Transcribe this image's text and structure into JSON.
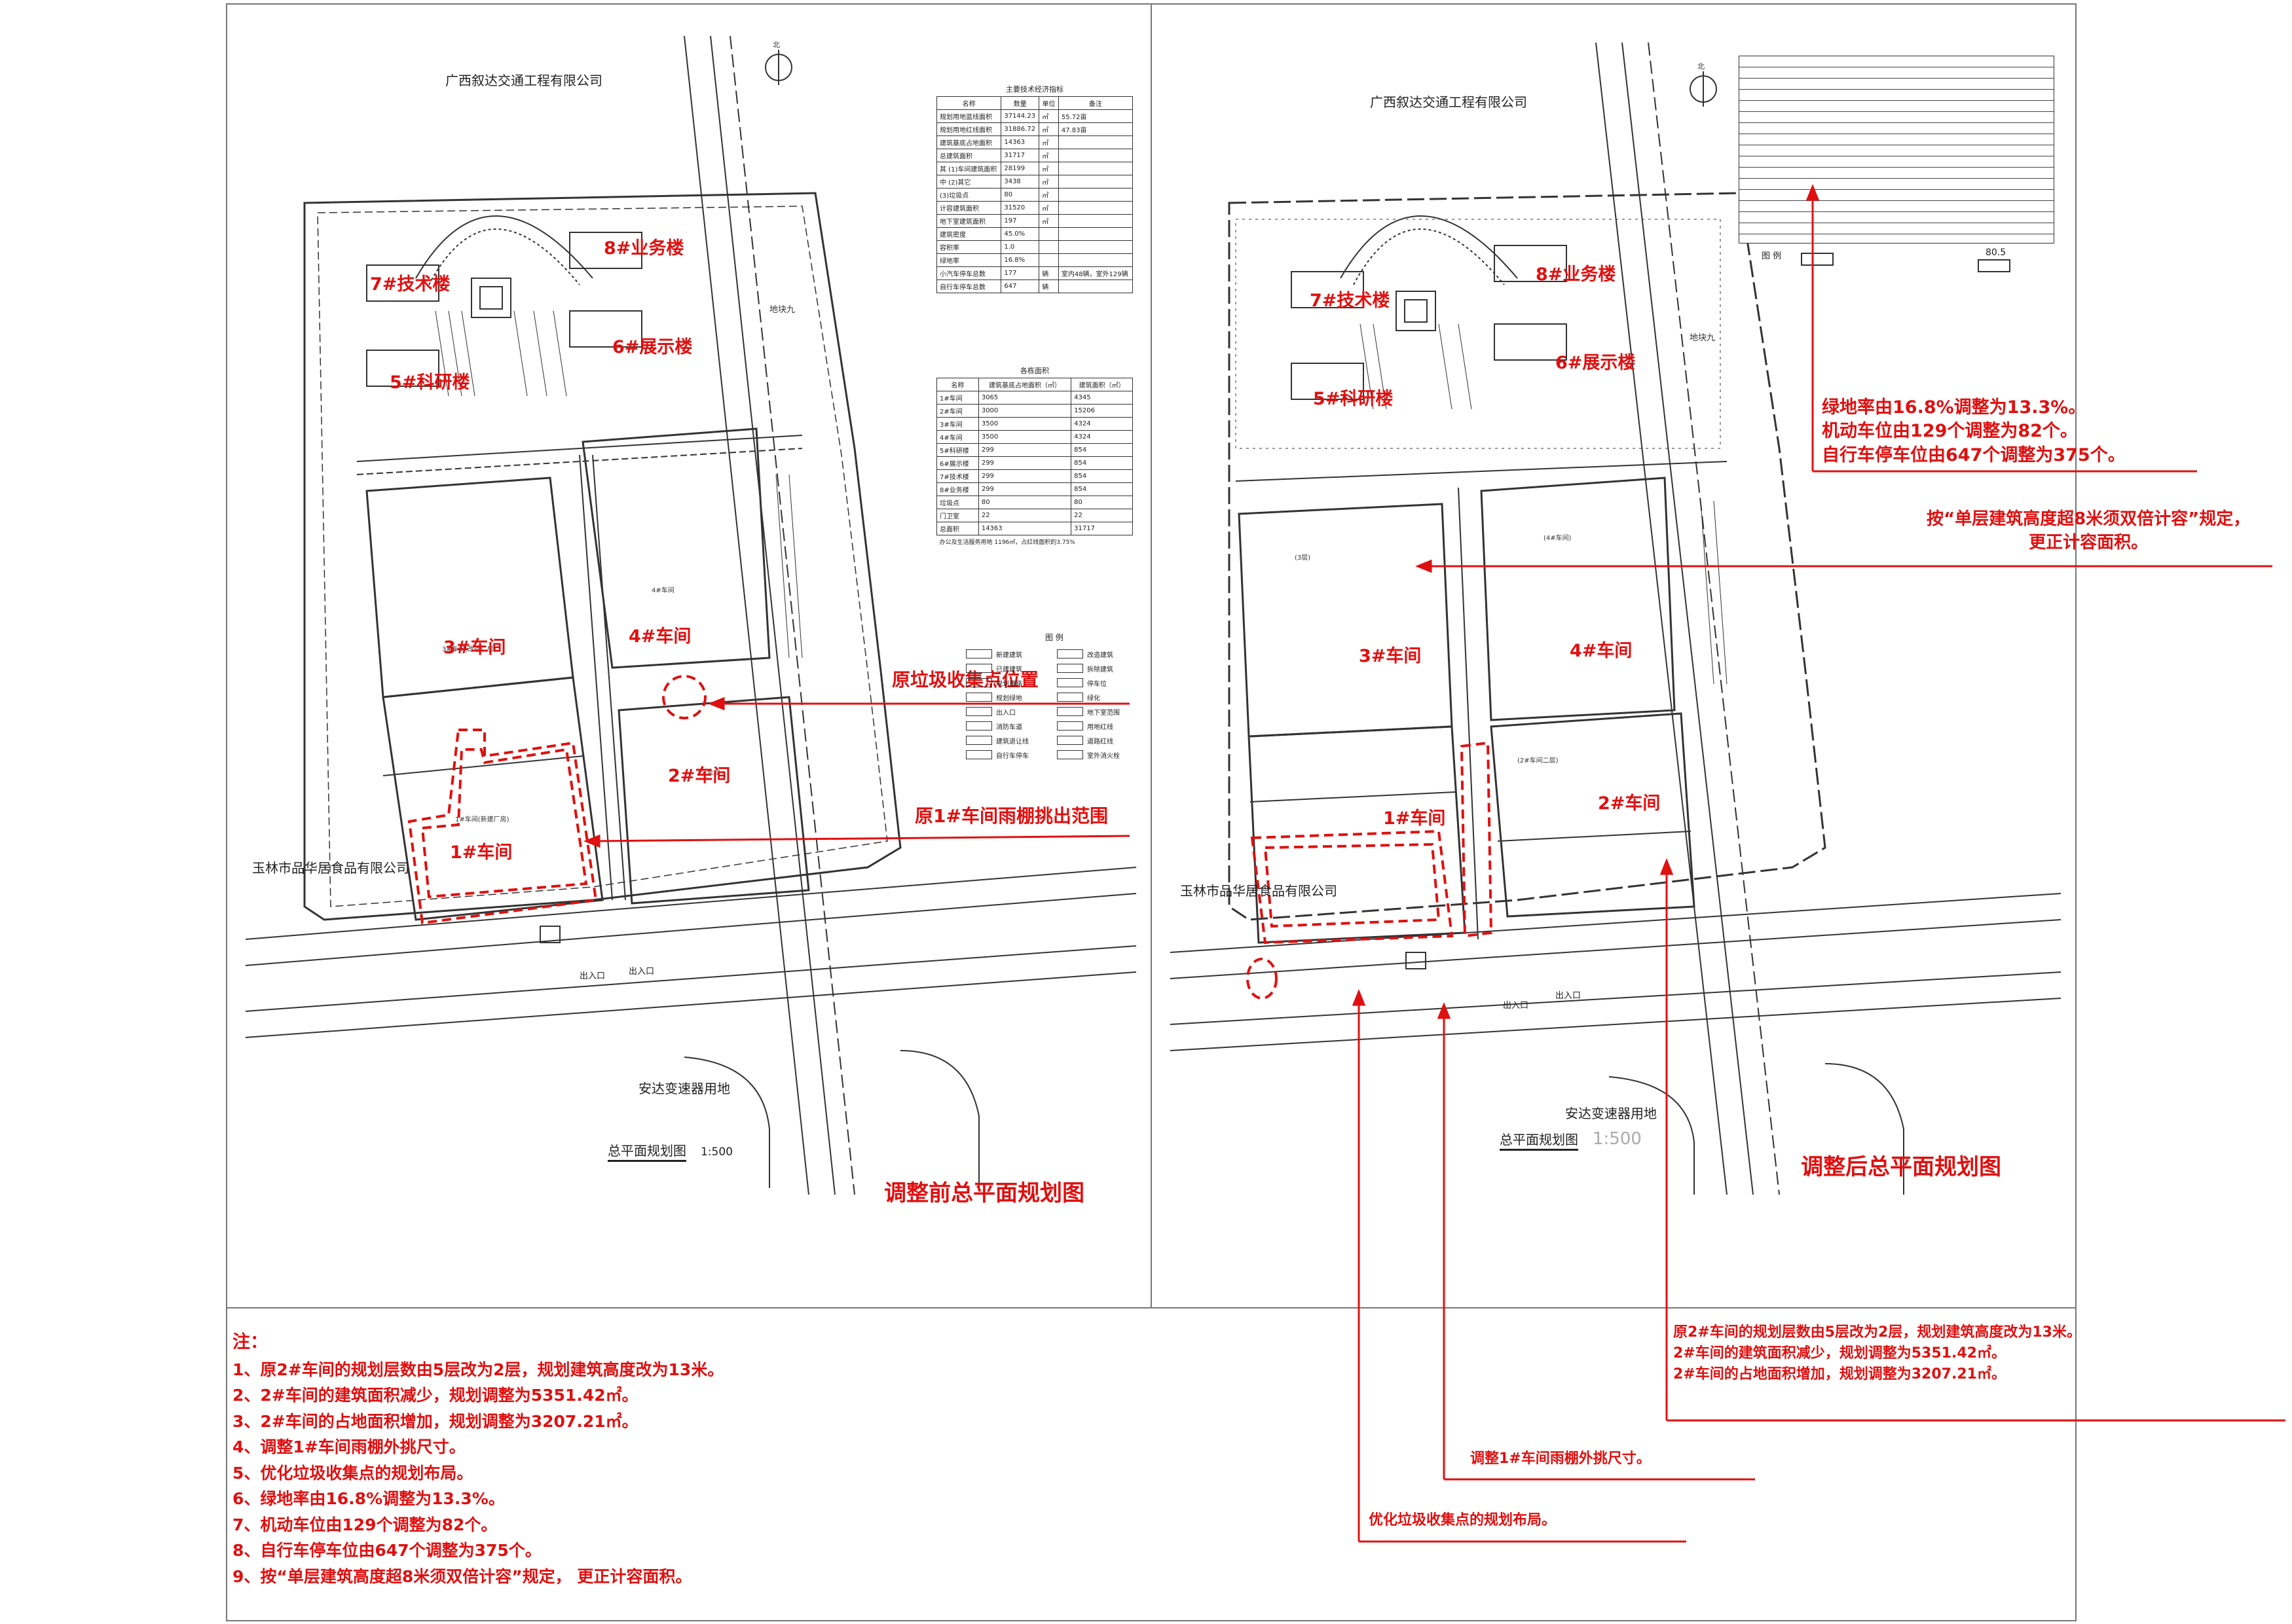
{
  "left_plan": {
    "north": "北",
    "company_top": "广西叙达交通工程有限公司",
    "company_left": "玉林市品华居食品有限公司",
    "road_south": "安达变速器用地",
    "road_east": "地块九",
    "buildings": {
      "b7": "7#技术楼",
      "b8": "8#业务楼",
      "b6": "6#展示楼",
      "b5": "5#科研楼",
      "b3": "3#车间",
      "b4": "4#车间",
      "b2": "2#车间",
      "b1": "1#车间"
    },
    "entry1": "出入口",
    "entry2": "出入口",
    "plan_title": "总平面规划图",
    "scale": "1:500",
    "caption": "调整前总平面规划图",
    "anno_garbage": "原垃圾收集点位置",
    "anno_canopy": "原1#车间雨棚挑出范围"
  },
  "right_plan": {
    "north": "北",
    "company_top": "广西叙达交通工程有限公司",
    "company_left": "玉林市品华居食品有限公司",
    "road_south": "安达变速器用地",
    "road_east": "地块九",
    "buildings": {
      "b7": "7#技术楼",
      "b8": "8#业务楼",
      "b6": "6#展示楼",
      "b5": "5#科研楼",
      "b3": "3#车间",
      "b4": "4#车间",
      "b2": "2#车间",
      "b1": "1#车间"
    },
    "entry1": "出入口",
    "entry2": "出入口",
    "plan_title": "总平面规划图",
    "scale": "1:500",
    "caption": "调整后总平面规划图",
    "anno_green": [
      "绿地率由16.8%调整为13.3%。",
      "机动车位由129个调整为82个。",
      "自行车停车位由647个调整为375个。"
    ],
    "anno_far": [
      "按“单层建筑高度超8米须双倍计容”规定，",
      "更正计容面积。"
    ],
    "anno_2": [
      "原2#车间的规划层数由5层改为2层，规划建筑高度改为13米。",
      "2#车间的建筑面积减少，规划调整为5351.42㎡。",
      "2#车间的占地面积增加，规划调整为3207.21㎡。"
    ],
    "anno_canopy": "调整1#车间雨棚外挑尺寸。",
    "anno_garbage": "优化垃圾收集点的规划布局。",
    "legend_title": "图 例",
    "legend_value": "80.5"
  },
  "tech_table": {
    "caption": "主要技术经济指标",
    "headers": [
      "名称",
      "数量",
      "单位",
      "备注"
    ],
    "rows": [
      [
        "规划用地蓝线面积",
        "37144.23",
        "㎡",
        "55.72亩"
      ],
      [
        "规划用地红线面积",
        "31886.72",
        "㎡",
        "47.83亩"
      ],
      [
        "建筑基底占地面积",
        "14363",
        "㎡",
        ""
      ],
      [
        "总建筑面积",
        "31717",
        "㎡",
        ""
      ],
      [
        "其 (1)车间建筑面积",
        "28199",
        "㎡",
        ""
      ],
      [
        "中 (2)其它",
        "3438",
        "㎡",
        ""
      ],
      [
        "(3)垃圾点",
        "80",
        "㎡",
        ""
      ],
      [
        "计容建筑面积",
        "31520",
        "㎡",
        ""
      ],
      [
        "地下室建筑面积",
        "197",
        "㎡",
        ""
      ],
      [
        "建筑密度",
        "45.0%",
        "",
        ""
      ],
      [
        "容积率",
        "1.0",
        "",
        ""
      ],
      [
        "绿地率",
        "16.8%",
        "",
        ""
      ],
      [
        "小汽车停车总数",
        "177",
        "辆",
        "室内48辆，室外129辆"
      ],
      [
        "自行车停车总数",
        "647",
        "辆",
        ""
      ]
    ]
  },
  "area_table": {
    "caption": "各栋面积",
    "headers": [
      "名称",
      "建筑基底占地面积（㎡）",
      "建筑面积（㎡）"
    ],
    "rows": [
      [
        "1#车间",
        "3065",
        "4345"
      ],
      [
        "2#车间",
        "3000",
        "15206"
      ],
      [
        "3#车间",
        "3500",
        "4324"
      ],
      [
        "4#车间",
        "3500",
        "4324"
      ],
      [
        "5#科研楼",
        "299",
        "854"
      ],
      [
        "6#展示楼",
        "299",
        "854"
      ],
      [
        "7#技术楼",
        "299",
        "854"
      ],
      [
        "8#业务楼",
        "299",
        "854"
      ],
      [
        "垃圾点",
        "80",
        "80"
      ],
      [
        "门卫室",
        "22",
        "22"
      ],
      [
        "总面积",
        "14363",
        "31717"
      ]
    ],
    "note": "办公及生活服务用地 1196㎡，占红线面积的3.75%"
  },
  "legend_left": {
    "title": "图 例",
    "items": [
      "新建建筑",
      "改造建筑",
      "已建建筑",
      "拆除建筑",
      "规划道路",
      "停车位",
      "规划绿地",
      "绿化",
      "出入口",
      "地下室范围",
      "消防车道",
      "用地红线",
      "建筑退让线",
      "道路红线",
      "自行车停车",
      "室外消火栓"
    ]
  },
  "notes": {
    "title": "注：",
    "items": [
      "1、原2#车间的规划层数由5层改为2层，规划建筑高度改为13米。",
      "2、2#车间的建筑面积减少，规划调整为5351.42㎡。",
      "3、2#车间的占地面积增加，规划调整为3207.21㎡。",
      "4、调整1#车间雨棚外挑尺寸。",
      "5、优化垃圾收集点的规划布局。",
      "6、绿地率由16.8%调整为13.3%。",
      "7、机动车位由129个调整为82个。",
      "8、自行车停车位由647个调整为375个。",
      "9、按“单层建筑高度超8米须双倍计容”规定， 更正计容面积。"
    ]
  }
}
